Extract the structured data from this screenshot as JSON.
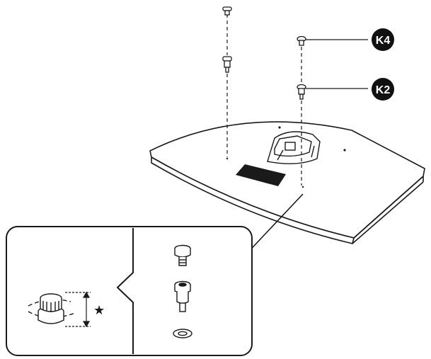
{
  "callouts": [
    {
      "id": "k4",
      "text": "K4"
    },
    {
      "id": "k2",
      "text": "K2"
    }
  ],
  "detail": {
    "marker_symbol": "★"
  },
  "colors": {
    "line": "#1a1a1a",
    "callout_fill": "#111111",
    "background": "#ffffff"
  },
  "icons": [
    "screw-icon",
    "spacer-icon",
    "washer-icon",
    "rotate-arrow-icon",
    "height-dimension-icon"
  ]
}
